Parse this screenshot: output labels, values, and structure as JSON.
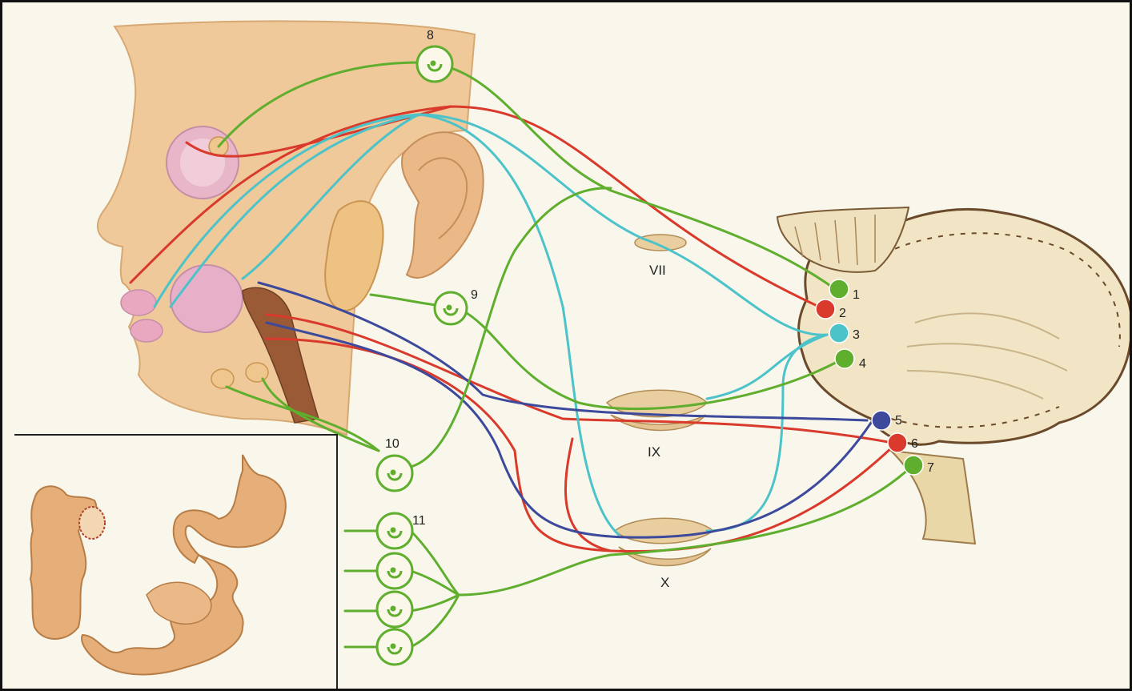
{
  "colors": {
    "parasympathetic_pre": "#5fae2e",
    "sensory_red": "#d93a2b",
    "sensory_cyan": "#4cc3c9",
    "motor_blue": "#3d4a9c",
    "skin": "#efc99a",
    "cerebellum_outline": "#6a4a2a",
    "intestine": "#e6ae78"
  },
  "ganglion_labels": {
    "vii": "VII",
    "ix": "IX",
    "x": "X"
  },
  "nuclei_labels": {
    "n1": "1",
    "n2": "2",
    "n3": "3",
    "n4": "4",
    "n5": "5",
    "n6": "6",
    "n7": "7"
  },
  "peripheral_ganglia_labels": {
    "g8": "8",
    "g9": "9",
    "g10": "10",
    "g11": "11"
  }
}
